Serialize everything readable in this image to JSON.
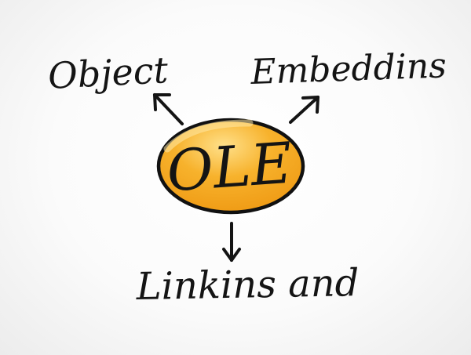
{
  "center": {
    "label": "OLE",
    "fill_color": "#f4a21a",
    "highlight_color": "#ffd36a",
    "outline_color": "#111111"
  },
  "words": {
    "top_left": "Object",
    "top_right": "Embeddins",
    "bottom": "Linkins and"
  },
  "ink_color": "#141414"
}
